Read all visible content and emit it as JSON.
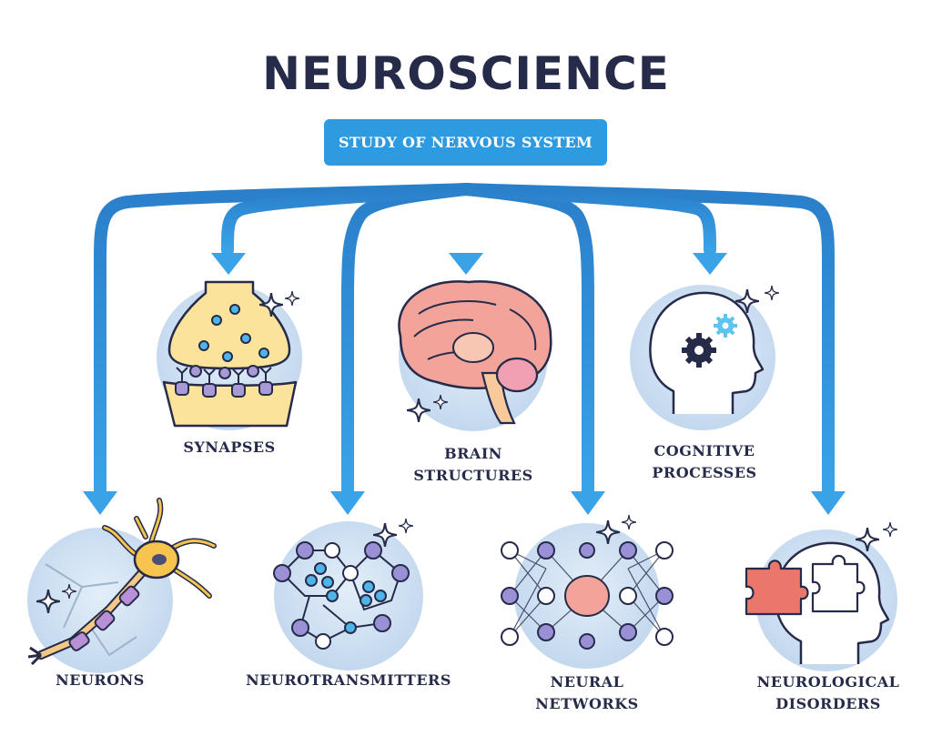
{
  "title": "NEUROSCIENCE",
  "root": "STUDY OF NERVOUS SYSTEM",
  "topics": {
    "synapses": [
      "SYNAPSES"
    ],
    "brain_structures": [
      "BRAIN",
      "STRUCTURES"
    ],
    "cognitive_processes": [
      "COGNITIVE",
      "PROCESSES"
    ],
    "neurons": [
      "NEURONS"
    ],
    "neurotransmitters": [
      "NEUROTRANSMITTERS"
    ],
    "neural_networks": [
      "NEURAL",
      "NETWORKS"
    ],
    "neurological_disorders": [
      "NEUROLOGICAL",
      "DISORDERS"
    ]
  },
  "colors": {
    "title": "#262b4a",
    "arrow": "#2e8fd6",
    "root_box": "#2e9be0",
    "circle": "#c9ddf0"
  },
  "icons": [
    "synapse-icon",
    "brain-icon",
    "head-gears-icon",
    "neuron-icon",
    "molecules-icon",
    "network-icon",
    "head-puzzle-icon",
    "sparkle-icon"
  ]
}
